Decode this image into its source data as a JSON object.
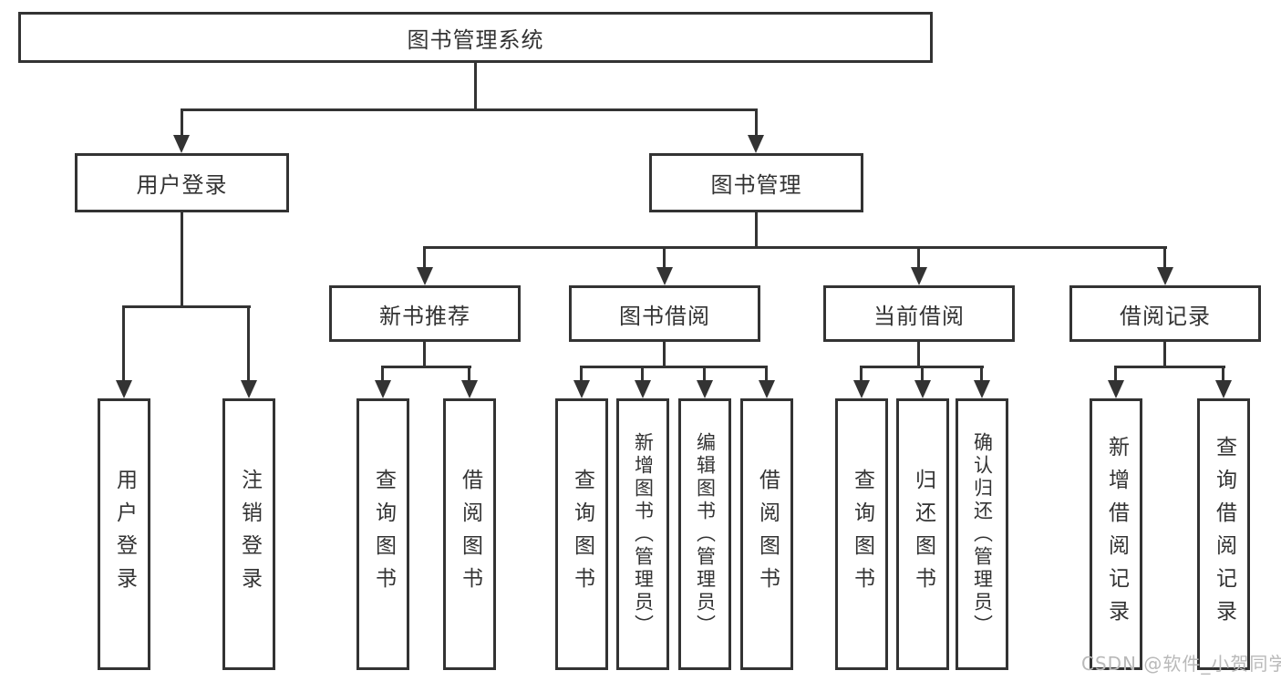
{
  "colors": {
    "line": "#333333",
    "text": "#333333",
    "background": "#ffffff",
    "watermark": "#b9b9b9"
  },
  "watermark": {
    "text": "CSDN @软件_小贺同学"
  },
  "tree": {
    "label": "图书管理系统",
    "children": [
      {
        "label": "用户登录",
        "children": [
          {
            "label": "用户登录"
          },
          {
            "label": "注销登录"
          }
        ]
      },
      {
        "label": "图书管理",
        "children": [
          {
            "label": "新书推荐",
            "children": [
              {
                "label": "查询图书"
              },
              {
                "label": "借阅图书"
              }
            ]
          },
          {
            "label": "图书借阅",
            "children": [
              {
                "label": "查询图书"
              },
              {
                "label": "新增图书（管理员）"
              },
              {
                "label": "编辑图书（管理员）"
              },
              {
                "label": "借阅图书"
              }
            ]
          },
          {
            "label": "当前借阅",
            "children": [
              {
                "label": "查询图书"
              },
              {
                "label": "归还图书"
              },
              {
                "label": "确认归还（管理员）"
              }
            ]
          },
          {
            "label": "借阅记录",
            "children": [
              {
                "label": "新增借阅记录"
              },
              {
                "label": "查询借阅记录"
              }
            ]
          }
        ]
      }
    ]
  }
}
